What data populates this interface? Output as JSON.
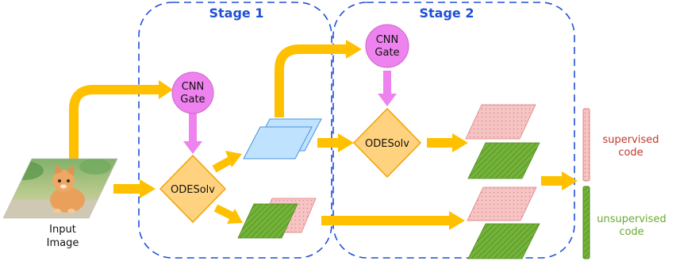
{
  "stages": [
    {
      "title": "Stage 1"
    },
    {
      "title": "Stage 2"
    }
  ],
  "nodes": {
    "gate1": {
      "line1": "CNN",
      "line2": "Gate"
    },
    "gate2": {
      "line1": "CNN",
      "line2": "Gate"
    },
    "solver1": {
      "label": "ODESolv"
    },
    "solver2": {
      "label": "ODESolv"
    }
  },
  "input": {
    "line1": "Input",
    "line2": "Image"
  },
  "outputs": {
    "supervised": {
      "line1": "supervised",
      "line2": "code"
    },
    "unsupervised": {
      "line1": "unsupervised",
      "line2": "code"
    }
  },
  "colors": {
    "arrow": "#ffc000",
    "gate_fill": "#ee82ee",
    "gate_arrow": "#ee82ee",
    "solver_fill": "#ffd27f",
    "solver_stroke": "#f5a000",
    "feature_blue": "#bfe3ff",
    "feature_pink": "#f4b6b6",
    "feature_green": "#6aaa2f",
    "stage_border": "#1f4fd6",
    "supervised_text": "#c0392b",
    "unsupervised_text": "#6aaa2f"
  }
}
